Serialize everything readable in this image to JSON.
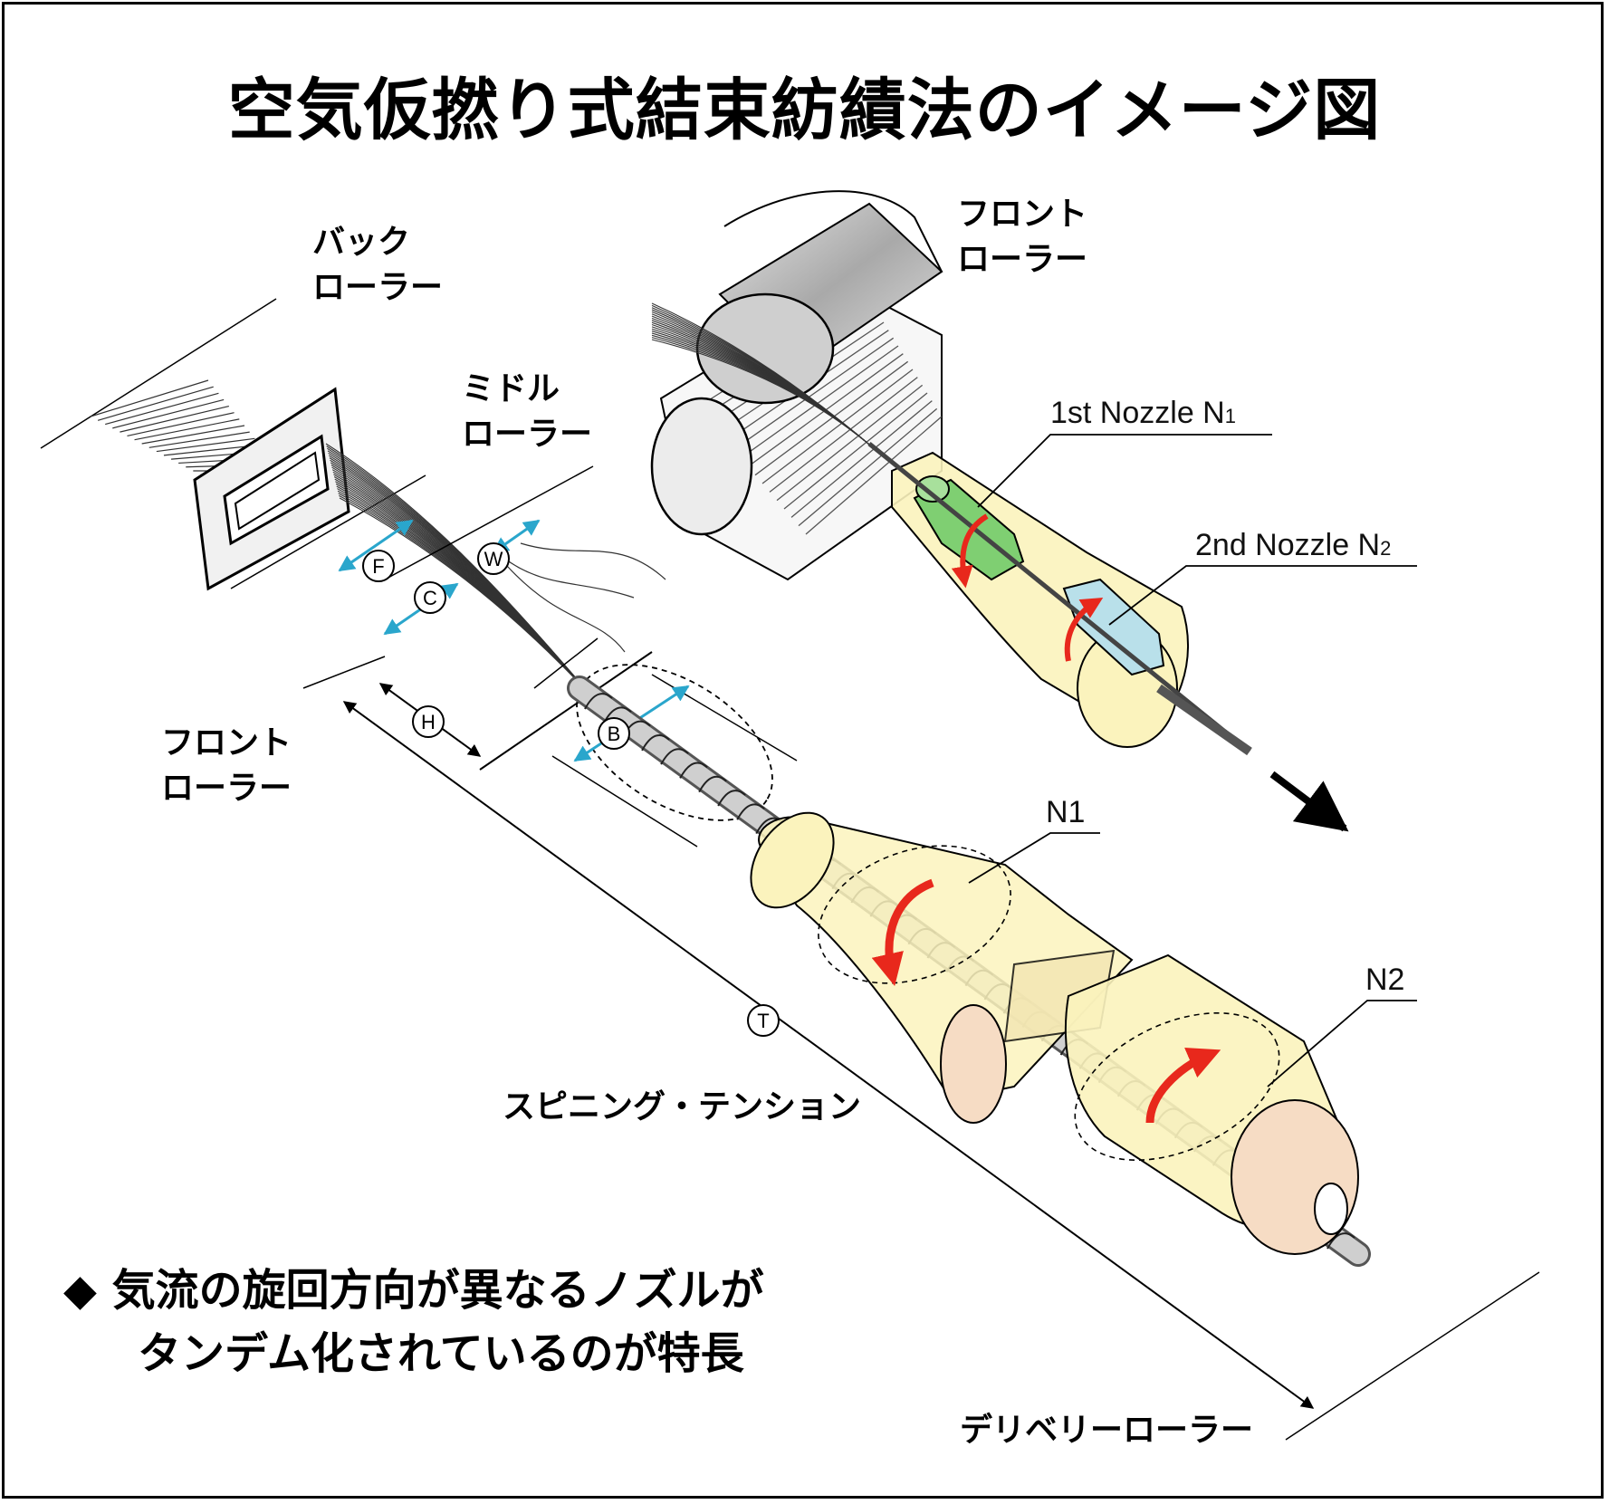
{
  "title": "空気仮撚り式結束紡績法のイメージ図",
  "labels": {
    "back_roller": [
      "バック",
      "ローラー"
    ],
    "middle_roller": [
      "ミドル",
      "ローラー"
    ],
    "front_roller_left": [
      "フロント",
      "ローラー"
    ],
    "front_roller_top": [
      "フロント",
      "ローラー"
    ],
    "nozzle1_inset": {
      "text": "1st Nozzle N",
      "sub": "1"
    },
    "nozzle2_inset": {
      "text": "2nd Nozzle N",
      "sub": "2"
    },
    "n1": "N1",
    "n2": "N2",
    "spinning_tension": "スピニング・テンション",
    "delivery_roller": "デリベリーローラー"
  },
  "markers": [
    "F",
    "C",
    "W",
    "H",
    "B",
    "T"
  ],
  "note": {
    "bullet": "◆",
    "line1": "気流の旋回方向が異なるノズルが",
    "line2": "タンデム化されているのが特長"
  },
  "colors": {
    "nozzle_body": "#fbf3bd",
    "nozzle_end": "#f6dcc4",
    "nozzle1_green": "#7fcf72",
    "nozzle2_blue": "#b9e0ea",
    "swirl_arrow": "#e8281c",
    "air_arrow": "#2aa6cc"
  }
}
